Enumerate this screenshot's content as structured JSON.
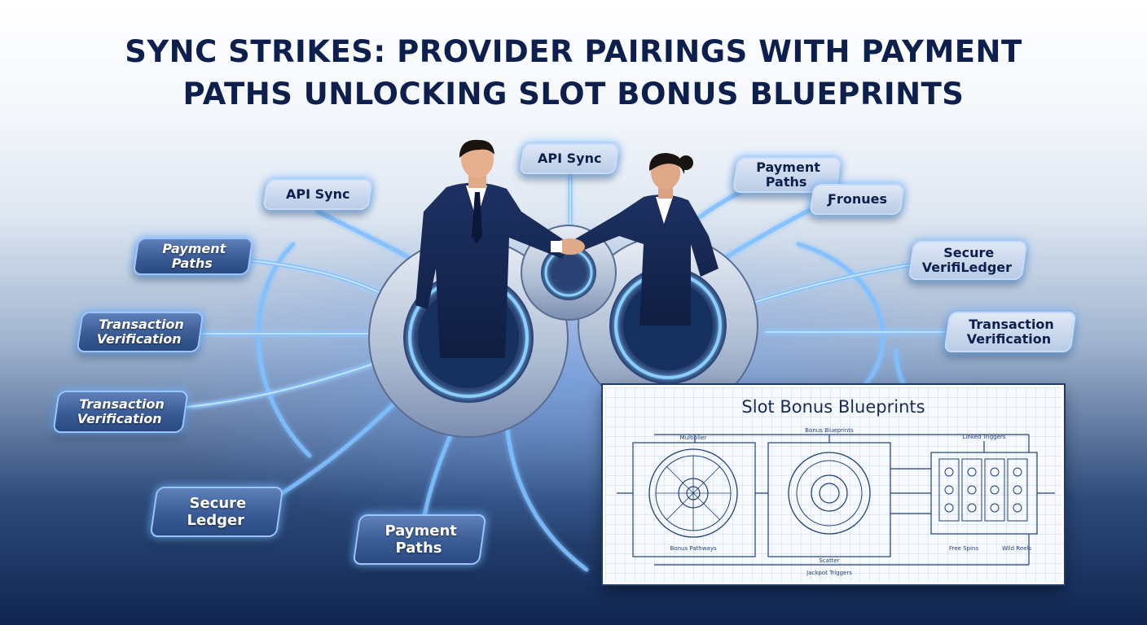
{
  "title": {
    "line1": "SYNC STRIKES: PROVIDER PAIRINGS WITH PAYMENT",
    "line2": "PATHS UNLOCKING SLOT BONUS BLUEPRINTS"
  },
  "nodes": {
    "api_sync_top": "API Sync",
    "api_sync_left": "API Sync",
    "payment_paths_left_1": "Payment",
    "payment_paths_left_2": "Paths",
    "transaction_left_1": "Transaction",
    "transaction_left_2": "Verification",
    "transaction_left_lower_1": "Transaction",
    "transaction_left_lower_2": "Verification",
    "secure_ledger_left_1": "Secure",
    "secure_ledger_left_2": "Ledger",
    "payment_paths_bottom_1": "Payment",
    "payment_paths_bottom_2": "Paths",
    "payment_paths_right_1": "Payment",
    "payment_paths_right_2": "Paths",
    "bonuses_right": "Ƒronues",
    "secure_right_1": "Secure",
    "secure_right_2": "VerifiLedger",
    "transaction_right_1": "Transaction",
    "transaction_right_2": "Verification"
  },
  "blueprint": {
    "title": "Slot Bonus Blueprints",
    "label_multiplier": "Multiplier",
    "label_blueprints": "Bonus Blueprints",
    "label_grid": "Linked Triggers",
    "label_left_bottom": "Bonus Pathways",
    "label_center_bottom": "Scatter",
    "label_bottom": "Jackpot Triggers",
    "label_right_bottom_1": "Free Spins",
    "label_right_bottom_2": "Wild Reels"
  },
  "colors": {
    "title": "#0d1f4d",
    "node_fill": "#3a5b95",
    "node_glow": "#9cc4ff",
    "path_glow": "#7fc0ff",
    "suit": "#13244a",
    "gear": "#aebdd3"
  }
}
